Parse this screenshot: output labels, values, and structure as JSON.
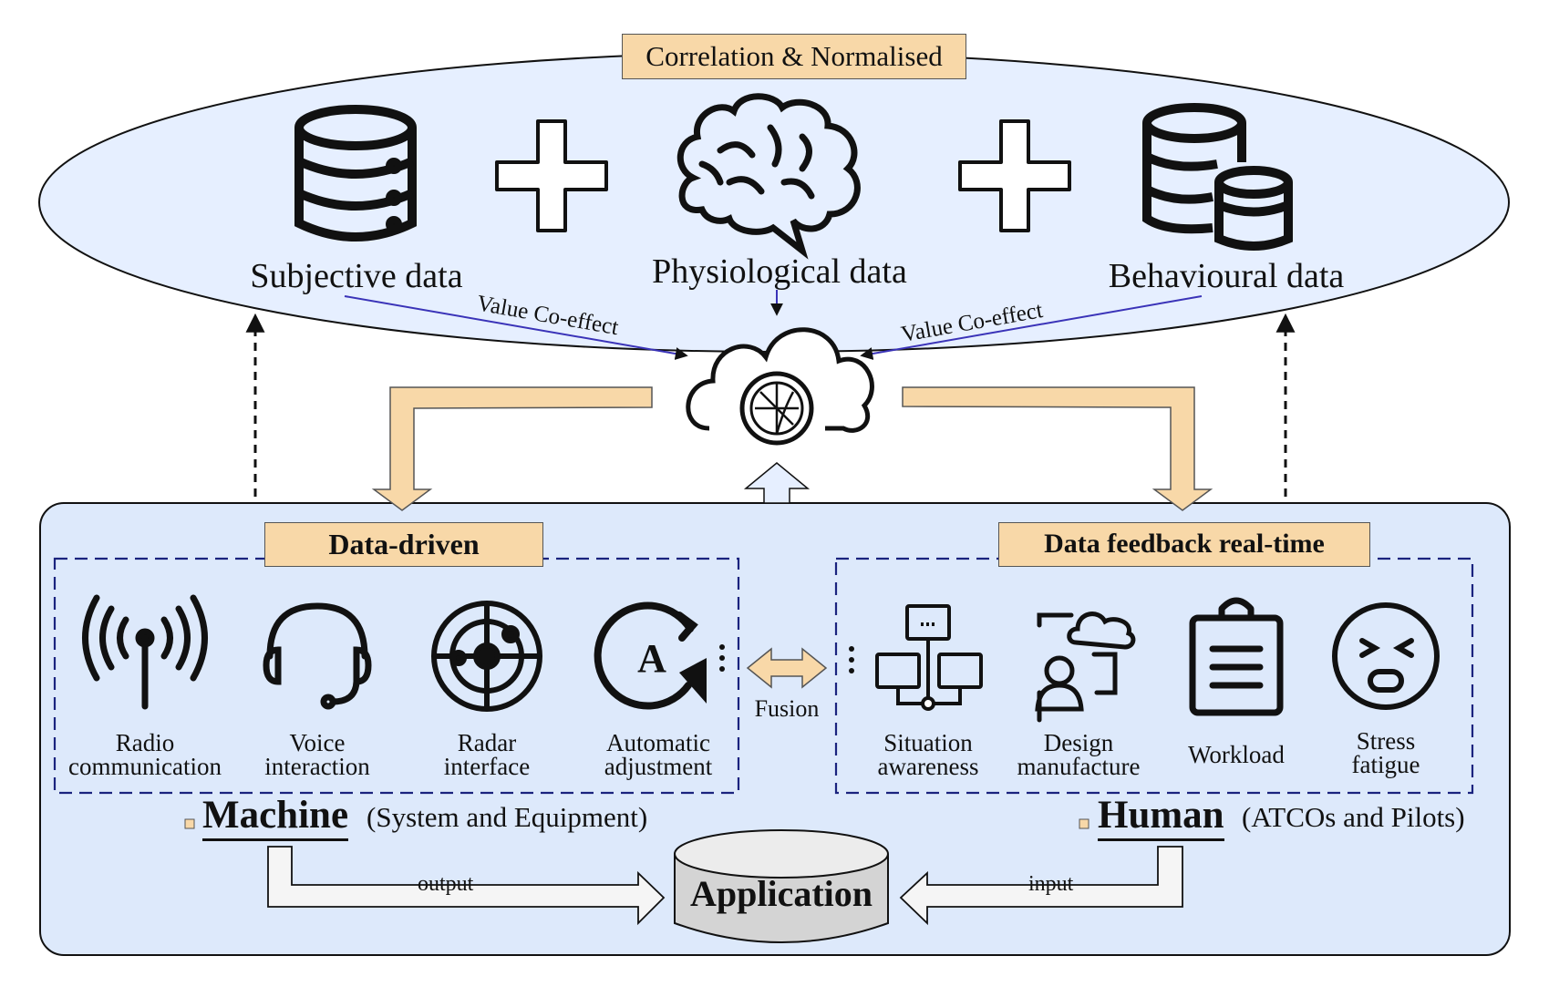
{
  "top": {
    "title": "Correlation & Normalised",
    "subjective_label": "Subjective data",
    "physiological_label": "Physiological data",
    "behavioural_label": "Behavioural data",
    "value_left": "Value Co-effect",
    "value_right": "Value Co-effect"
  },
  "left_panel": {
    "title": "Data-driven",
    "items": [
      {
        "line1": "Radio",
        "line2": "communication",
        "icon": "antenna-icon"
      },
      {
        "line1": "Voice",
        "line2": "interaction",
        "icon": "headset-icon"
      },
      {
        "line1": "Radar",
        "line2": "interface",
        "icon": "radar-icon"
      },
      {
        "line1": "Automatic",
        "line2": "adjustment",
        "icon": "auto-adjust-icon"
      }
    ]
  },
  "right_panel": {
    "title": "Data feedback real-time",
    "items": [
      {
        "line1": "Situation",
        "line2": "awareness",
        "icon": "network-icon"
      },
      {
        "line1": "Design",
        "line2": "manufacture",
        "icon": "user-cloud-icon"
      },
      {
        "line1": "Workload",
        "line2": "",
        "icon": "clipboard-icon"
      },
      {
        "line1": "Stress",
        "line2": "fatigue",
        "icon": "stressed-face-icon"
      }
    ]
  },
  "fusion_label": "Fusion",
  "machine": {
    "title": "Machine",
    "subtitle": "(System and Equipment)"
  },
  "human": {
    "title": "Human",
    "subtitle": "(ATCOs and Pilots)"
  },
  "application_label": "Application",
  "output_label": "output",
  "input_label": "input",
  "colors": {
    "ellipse_fill": "#e6efff",
    "panel_fill": "#dde9fb",
    "tag_fill": "#f8d8a8",
    "dash_blue": "#1a237e",
    "link_blue": "#3a33b8"
  }
}
